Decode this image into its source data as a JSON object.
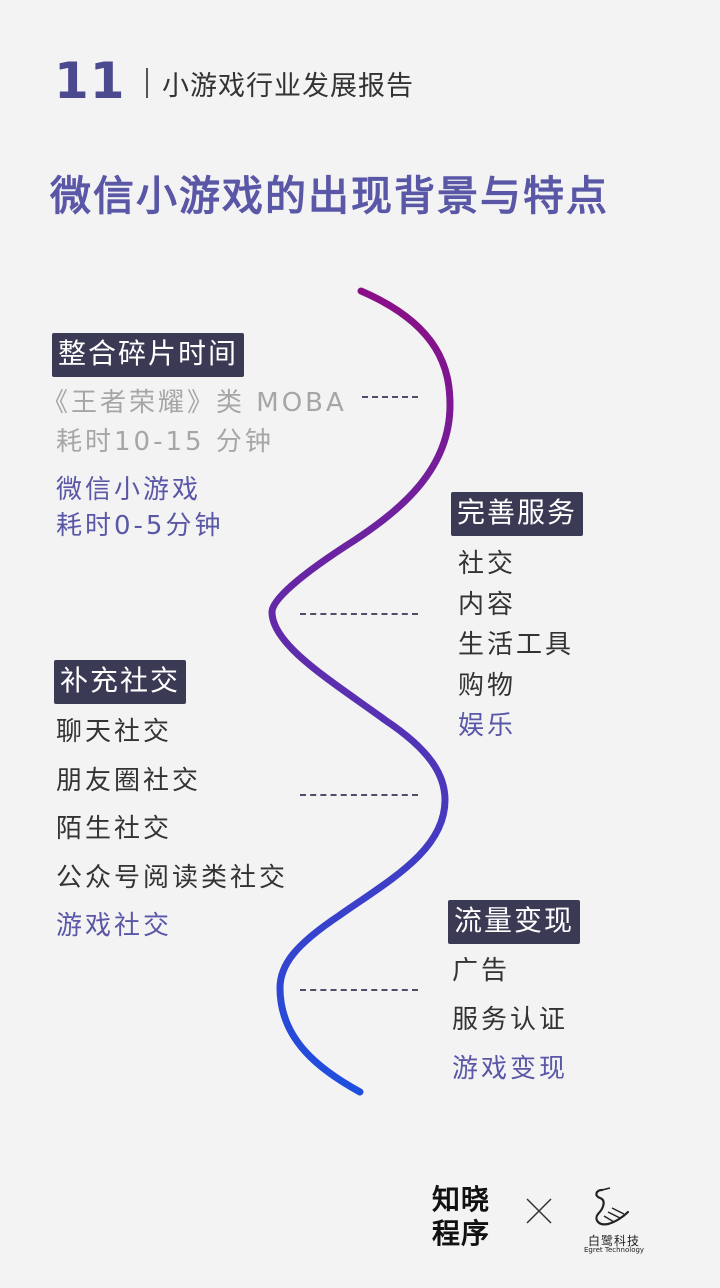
{
  "header": {
    "page_number": "11",
    "section_title": "小游戏行业发展报告"
  },
  "main_title": "微信小游戏的出现背景与特点",
  "sections": {
    "fragment_time": {
      "tag": "整合碎片时间",
      "lines_muted": [
        "《王者荣耀》类 MOBA",
        "耗时10-15 分钟"
      ],
      "lines_accent": [
        "微信小游戏",
        "耗时0-5分钟"
      ]
    },
    "services": {
      "tag": "完善服务",
      "items": [
        "社交",
        "内容",
        "生活工具",
        "购物"
      ],
      "highlight": "娱乐"
    },
    "social": {
      "tag": "补充社交",
      "items": [
        "聊天社交",
        "朋友圈社交",
        "陌生社交",
        "公众号阅读类社交"
      ],
      "highlight": "游戏社交"
    },
    "monetization": {
      "tag": "流量变现",
      "items": [
        "广告",
        "服务认证"
      ],
      "highlight": "游戏变现"
    }
  },
  "footer": {
    "logo_zhixiao_line1": "知晓",
    "logo_zhixiao_line2": "程序",
    "egret_cn": "白鹭科技",
    "egret_en": "Egret Technology"
  },
  "colors": {
    "accent": "#5a57a6",
    "tag_bg": "#3b3a55",
    "wave_top": "#8a0f86",
    "wave_bottom": "#1e4fe0"
  }
}
